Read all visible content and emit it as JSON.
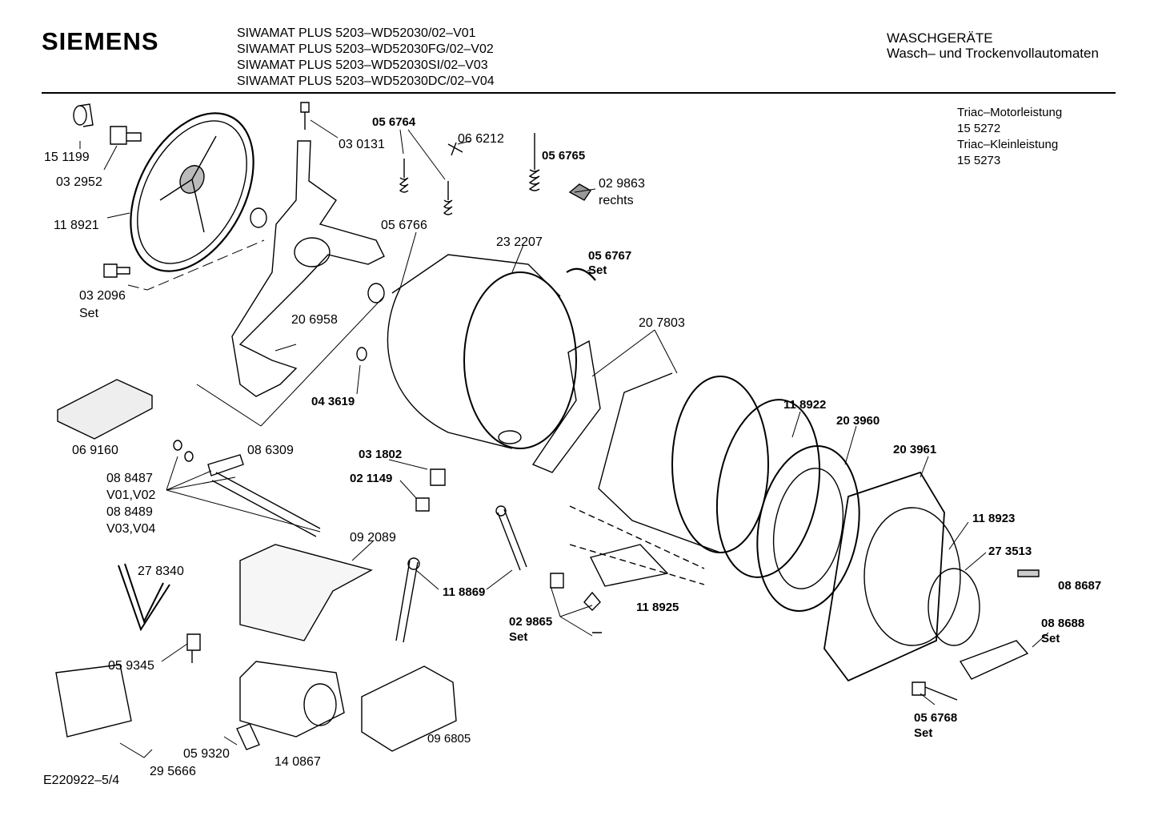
{
  "header": {
    "brand": "SIEMENS",
    "models": [
      "SIWAMAT PLUS 5203–WD52030/02–V01",
      "SIWAMAT PLUS 5203–WD52030FG/02–V02",
      "SIWAMAT PLUS 5203–WD52030SI/02–V03",
      "SIWAMAT PLUS 5203–WD52030DC/02–V04"
    ],
    "category_title": "WASCHGERÄTE",
    "category_subtitle": "Wasch– und Trockenvollautomaten"
  },
  "notes": [
    "Triac–Motorleistung",
    "15 5272",
    "Triac–Kleinleistung",
    "15 5273"
  ],
  "footer": {
    "code": "E220922–5/4"
  },
  "parts": {
    "p151199": "15 1199",
    "p032952": "03 2952",
    "p118921": "11 8921",
    "p032096": "03 2096",
    "p032096_set": "Set",
    "p030131": "03 0131",
    "p056764": "05 6764",
    "p066212": "06 6212",
    "p056765": "05 6765",
    "p029863": "02 9863",
    "p029863_side": "rechts",
    "p056766": "05 6766",
    "p232207": "23 2207",
    "p056767": "05 6767",
    "p056767_set": "Set",
    "p206958": "20 6958",
    "p207803": "20 7803",
    "p043619": "04 3619",
    "p069160": "06 9160",
    "p086309": "08 6309",
    "p118922": "11 8922",
    "p203960": "20 3960",
    "p203961": "20 3961",
    "p031802": "03 1802",
    "p021149": "02 1149",
    "p088487": "08 8487",
    "p088487_var": "V01,V02",
    "p088489": "08 8489",
    "p088489_var": "V03,V04",
    "p092089": "09 2089",
    "p118923": "11 8923",
    "p273513": "27 3513",
    "p278340": "27 8340",
    "p118869": "11 8869",
    "p118925": "11 8925",
    "p088687": "08 8687",
    "p029865": "02 9865",
    "p029865_set": "Set",
    "p088688": "08 8688",
    "p088688_set": "Set",
    "p059345": "05 9345",
    "p056768": "05 6768",
    "p056768_set": "Set",
    "p096805": "09 6805",
    "p059320": "05 9320",
    "p140867": "14 0867",
    "p295666": "29 5666"
  }
}
